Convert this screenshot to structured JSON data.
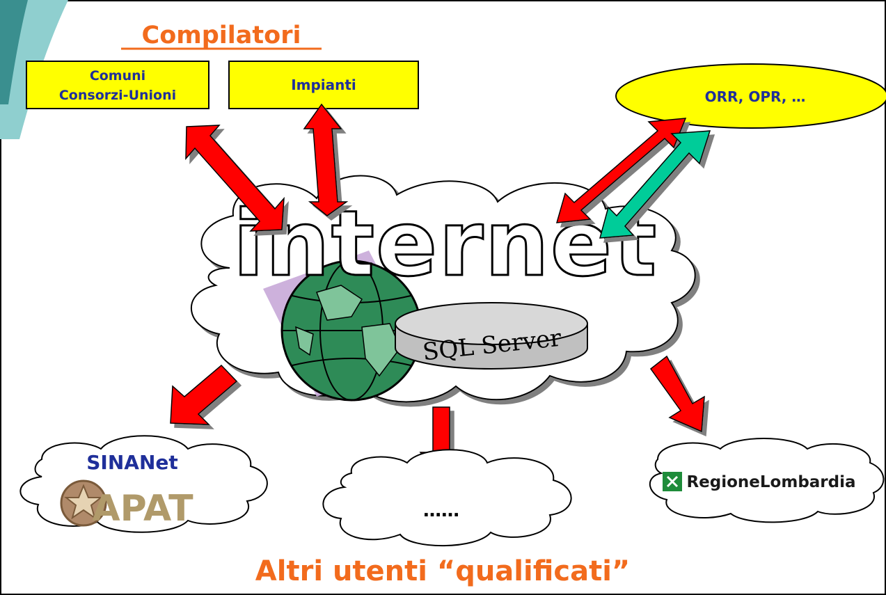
{
  "title": "Compilatori",
  "boxes": {
    "comuni_line1": "Comuni",
    "comuni_line2": "Consorzi-Unioni",
    "impianti": "Impianti",
    "orr": "ORR, OPR, …"
  },
  "center": {
    "internet": "internet",
    "sql": "SQL Server"
  },
  "consumers": {
    "sinanet": "SINANet",
    "apat": "APAT",
    "ellipsis": "……",
    "regione": "RegioneLombardia"
  },
  "footer": "Altri utenti “qualificati”",
  "colors": {
    "title": "#f26b1d",
    "box_fill": "#ffff00",
    "box_text": "#1f2f9a",
    "arrow_red": "#ff0000",
    "arrow_green": "#00cc99",
    "footer": "#f26b1d"
  },
  "icons": [
    "globe-icon",
    "database-icon",
    "emblem-icon",
    "regione-logo-icon"
  ]
}
